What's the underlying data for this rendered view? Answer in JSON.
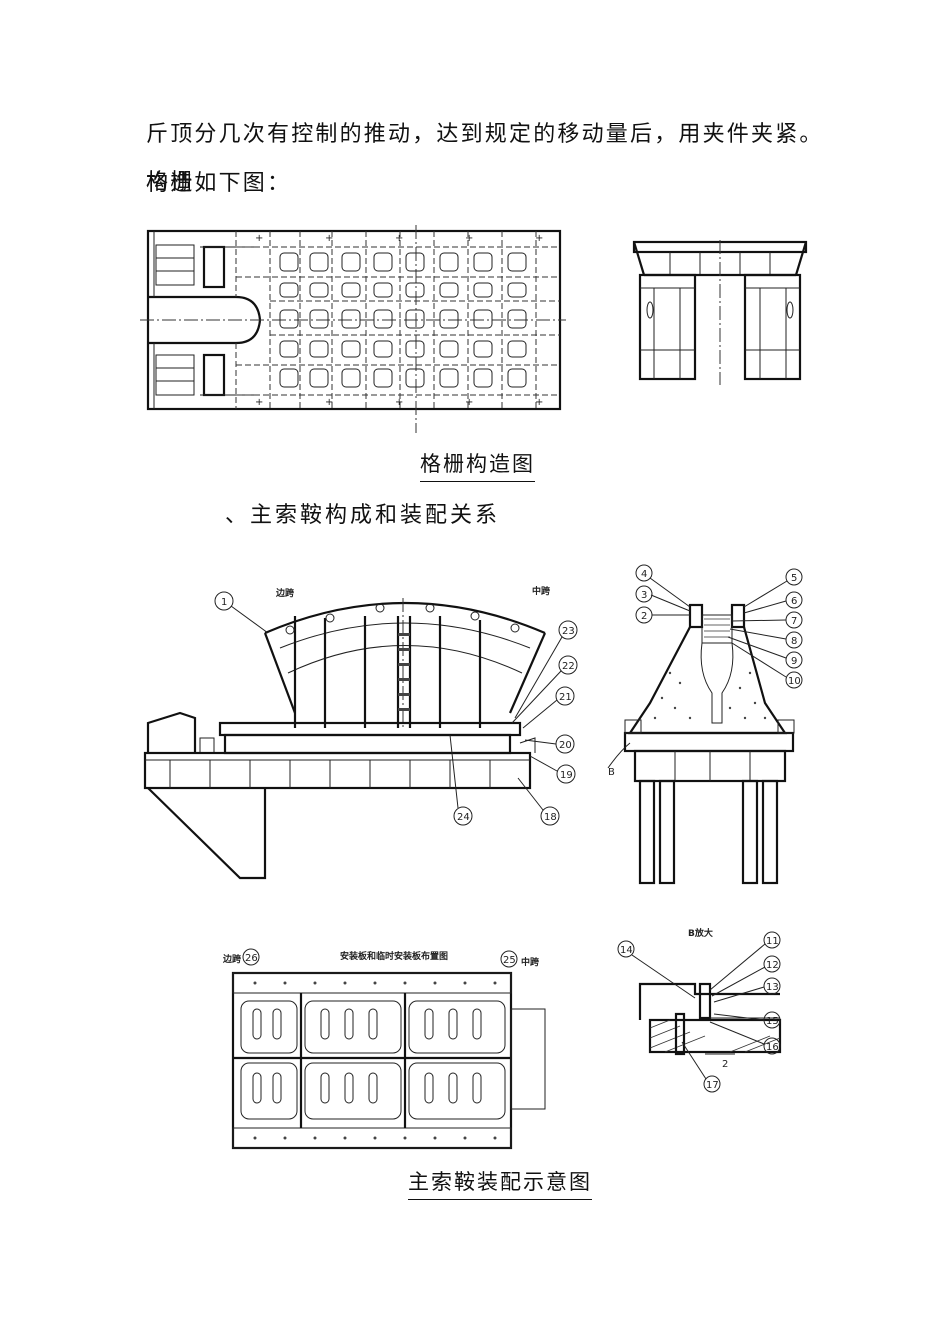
{
  "paragraph": {
    "line1": "斤顶分几次有控制的推动，达到规定的移动量后，用夹件夹紧。格栅",
    "line2": "构造如下图："
  },
  "figure1": {
    "caption": "格栅构造图"
  },
  "section": {
    "heading": "、主索鞍构成和装配关系"
  },
  "figure2": {
    "caption": "主索鞍装配示意图",
    "side_view": {
      "label_left": "边跨",
      "label_right": "中跨"
    },
    "plan_view": {
      "label_left": "边跨",
      "label_title": "安装板和临时安装板布置图",
      "label_right": "中跨"
    },
    "detail": {
      "title": "B放大",
      "dimension": "2"
    },
    "section_marker": "B",
    "callouts": [
      "1",
      "2",
      "3",
      "4",
      "5",
      "6",
      "7",
      "8",
      "9",
      "10",
      "11",
      "12",
      "13",
      "14",
      "15",
      "16",
      "17",
      "18",
      "19",
      "20",
      "21",
      "22",
      "23",
      "24",
      "25",
      "26"
    ]
  }
}
